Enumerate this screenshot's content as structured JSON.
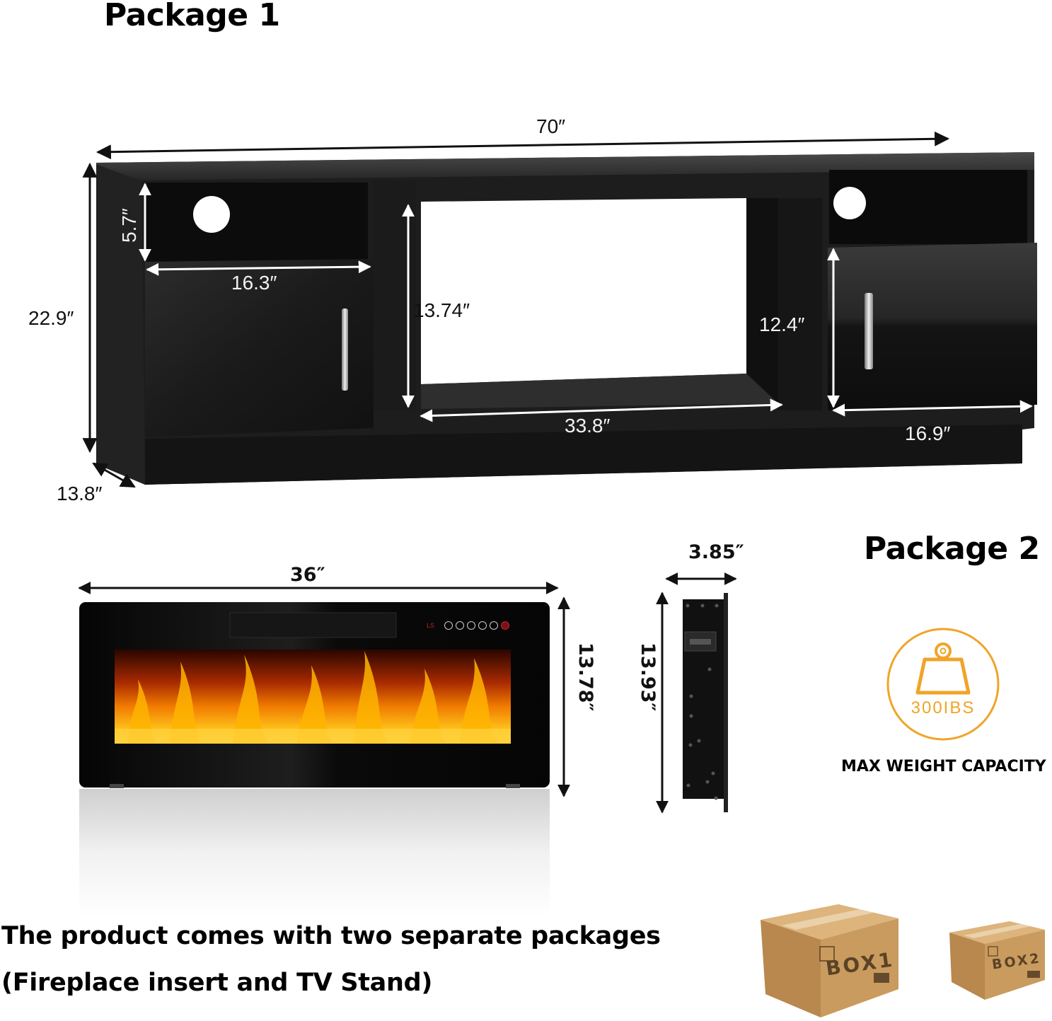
{
  "package1": {
    "title": "Package 1",
    "item": "TV Stand",
    "dimensions": {
      "overall_width": "70″",
      "overall_height": "22.9″",
      "depth": "13.8″",
      "open_shelf_height": "5.7″",
      "left_cabinet_width": "16.3″",
      "fireplace_opening_height": "13.74″",
      "fireplace_opening_width": "33.8″",
      "inner_height": "12.4″",
      "right_cabinet_width": "16.9″"
    }
  },
  "package2": {
    "title": "Package 2",
    "item": "Fireplace insert",
    "dimensions": {
      "width": "36″",
      "front_height": "13.78″",
      "side_depth": "3.85″",
      "side_height": "13.93″"
    },
    "control_panel": {
      "indicator": "LS",
      "buttons": [
        "light-icon",
        "timer-icon",
        "flame-icon",
        "heat-icon",
        "fan-icon",
        "power-icon"
      ]
    }
  },
  "capacity_badge": {
    "value": "300IBS",
    "label": "MAX WEIGHT CAPACITY",
    "icon": "weight-icon",
    "color": "#f0a428"
  },
  "footer": {
    "line1": "The product comes with two separate packages",
    "line2": "(Fireplace insert and TV Stand)"
  },
  "boxes": [
    {
      "label": "BOX1"
    },
    {
      "label": "BOX2"
    }
  ]
}
